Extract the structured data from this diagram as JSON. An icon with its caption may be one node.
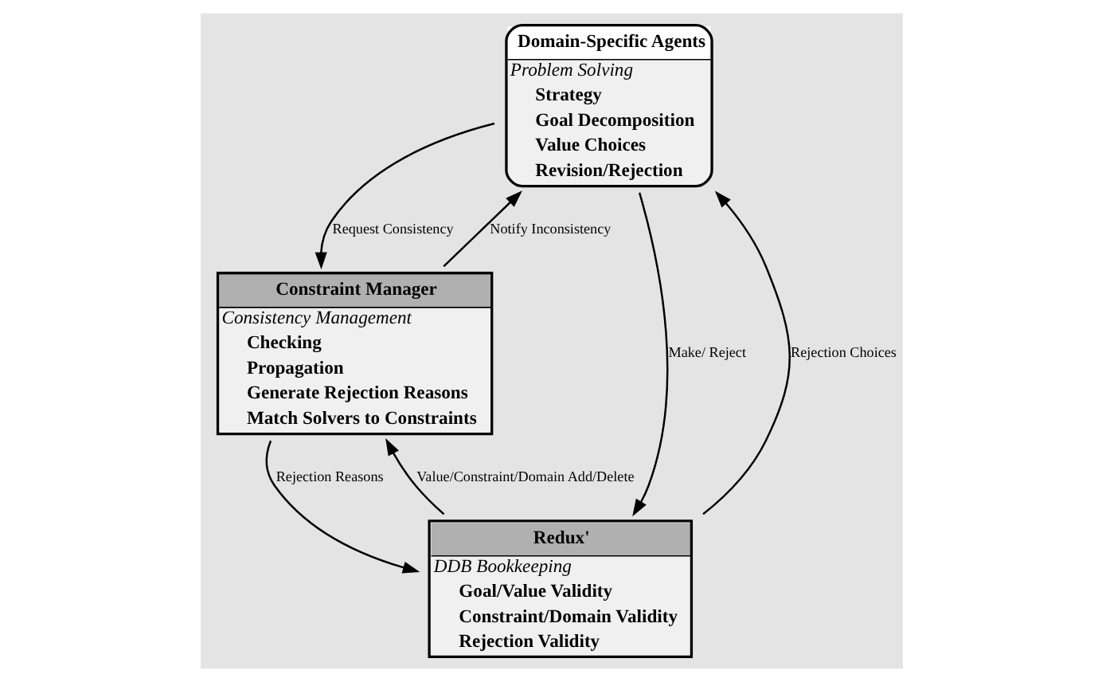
{
  "diagram": {
    "nodes": [
      {
        "text": [
          "Domain-Specific Agents",
          "Problem Solving",
          "Strategy",
          "Goal Decomposition",
          "Value Choices",
          "Revision/Rejection"
        ]
      },
      {
        "text": [
          "Constraint Manager",
          "Consistency Management",
          "Checking",
          "Propagation",
          "Generate Rejection Reasons",
          "Match Solvers to Constraints"
        ]
      },
      {
        "text": [
          "Redux'",
          "DDB Bookkeeping",
          "Goal/Value Validity",
          "Constraint/Domain Validity",
          "Rejection Validity"
        ]
      }
    ],
    "edges": [
      {
        "from": 1,
        "to": 0,
        "arrow": "to",
        "label": "Notify Inconsistency"
      },
      {
        "from": 0,
        "to": 1,
        "arrow": "to",
        "label": "Request Consistency"
      },
      {
        "from": 0,
        "to": 2,
        "arrow": "to",
        "label": "Make/ Reject"
      },
      {
        "from": 2,
        "to": 0,
        "arrow": "to",
        "label": "Rejection Choices"
      },
      {
        "from": 2,
        "to": 1,
        "arrow": "to",
        "label": "Value/Constraint/Domain Add/Delete"
      },
      {
        "from": 1,
        "to": 2,
        "arrow": "to",
        "label": "Rejection Reasons"
      }
    ]
  }
}
